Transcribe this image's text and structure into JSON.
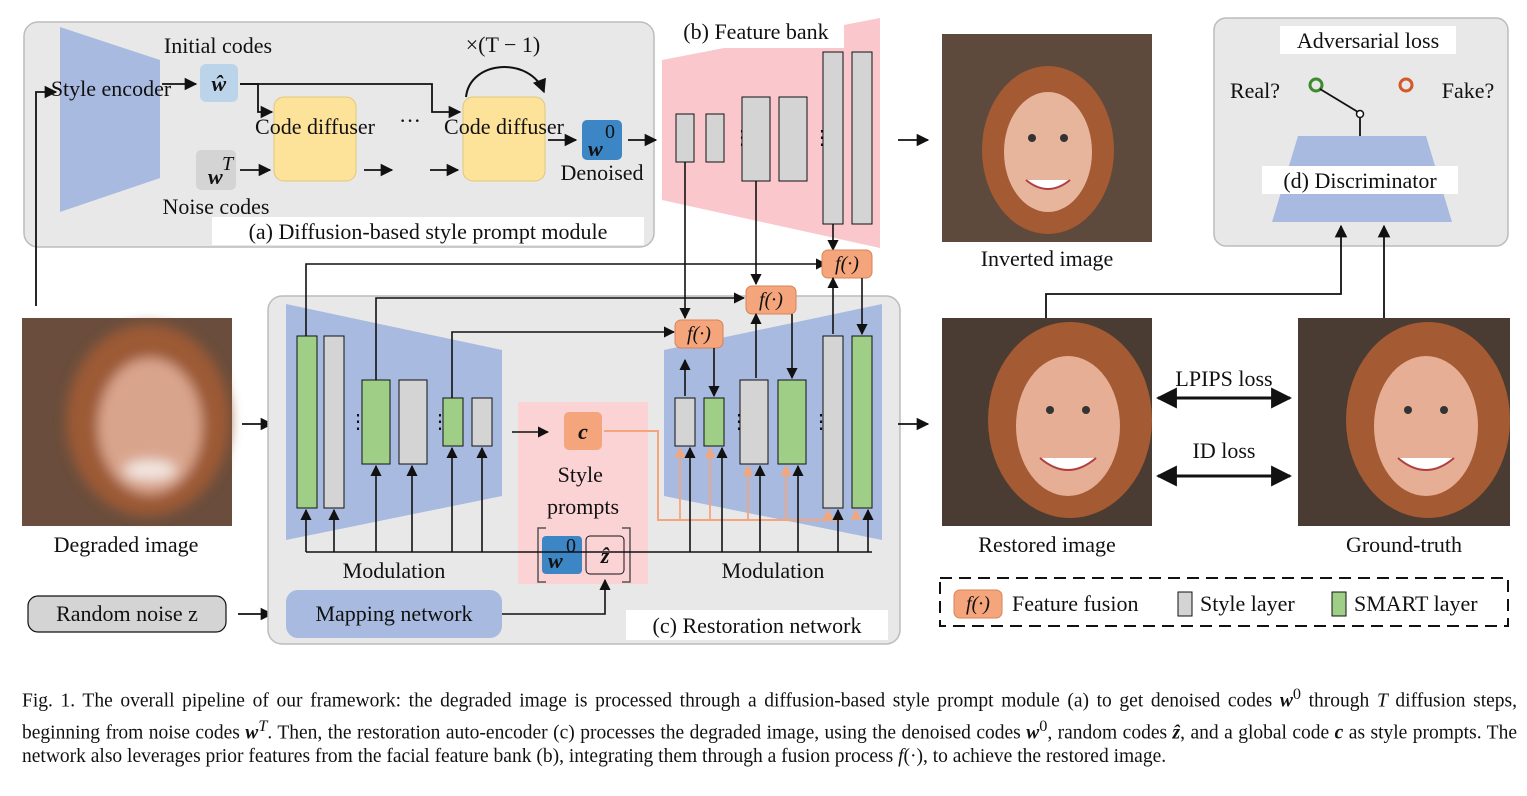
{
  "panel_a": {
    "title": "(a) Diffusion-based style prompt module",
    "style_encoder": "Style encoder",
    "initial_codes": "Initial codes",
    "w_hat": "ŵ",
    "code_diffuser": "Code diffuser",
    "repeat": "×(T − 1)",
    "ellipsis": "···",
    "noise_codes": "Noise codes",
    "w_T": "wT",
    "w_0": "w0",
    "denoised": "Denoised"
  },
  "panel_b": {
    "title": "(b) Feature bank"
  },
  "panel_c": {
    "title": "(c) Restoration  network",
    "c_code": "c",
    "style_prompts": "Style prompts",
    "w_0": "w0",
    "z_hat": "ẑ",
    "modulation_left": "Modulation",
    "modulation_right": "Modulation",
    "mapping_network": "Mapping network",
    "random_noise": "Random noise z",
    "fusion": "f(·)"
  },
  "panel_d": {
    "title": "(d) Discriminator",
    "adversarial_loss": "Adversarial loss",
    "real": "Real?",
    "fake": "Fake?"
  },
  "images": {
    "degraded": "Degraded image",
    "inverted": "Inverted image",
    "restored": "Restored image",
    "ground_truth": "Ground-truth"
  },
  "losses": {
    "lpips": "LPIPS loss",
    "id": "ID loss"
  },
  "legend": {
    "fusion_symbol": "f(·)",
    "fusion": "Feature fusion",
    "style_layer": "Style layer",
    "smart_layer": "SMART layer"
  },
  "colors": {
    "panel_bg": "#e8e8e8",
    "encoder_blue": "#a8badf",
    "diffuser_yellow": "#fde39a",
    "bank_pink": "#f9c7cc",
    "prompt_pink": "#fbd3d5",
    "fusion_orange": "#f4a57c",
    "w0_blue": "#3c86c6",
    "style_gray": "#d4d4d4",
    "smart_green": "#9fcf86",
    "real_green": "#3d8b2f",
    "fake_orange": "#d3582a"
  },
  "caption": {
    "p1": "Fig. 1.    The overall pipeline of our framework: the degraded image is processed through a diffusion-based style prompt module (a) to get denoised codes ",
    "m1": "w",
    "s1": "0",
    "p2": " through ",
    "m2": "T",
    "p3": " diffusion steps, beginning from noise codes ",
    "m3": "w",
    "s3": "T",
    "p4": ". Then, the restoration auto-encoder (c) processes the degraded image, using the denoised codes ",
    "m4": "w",
    "s4": "0",
    "p5": ", random codes ",
    "m5": "ẑ",
    "p6": ", and a global code ",
    "m6": "c",
    "p7": " as style prompts. The network also leverages prior features from the facial feature bank (b), integrating them through a fusion process ",
    "m7": "f",
    "p8": "(·), to achieve the restored image."
  }
}
